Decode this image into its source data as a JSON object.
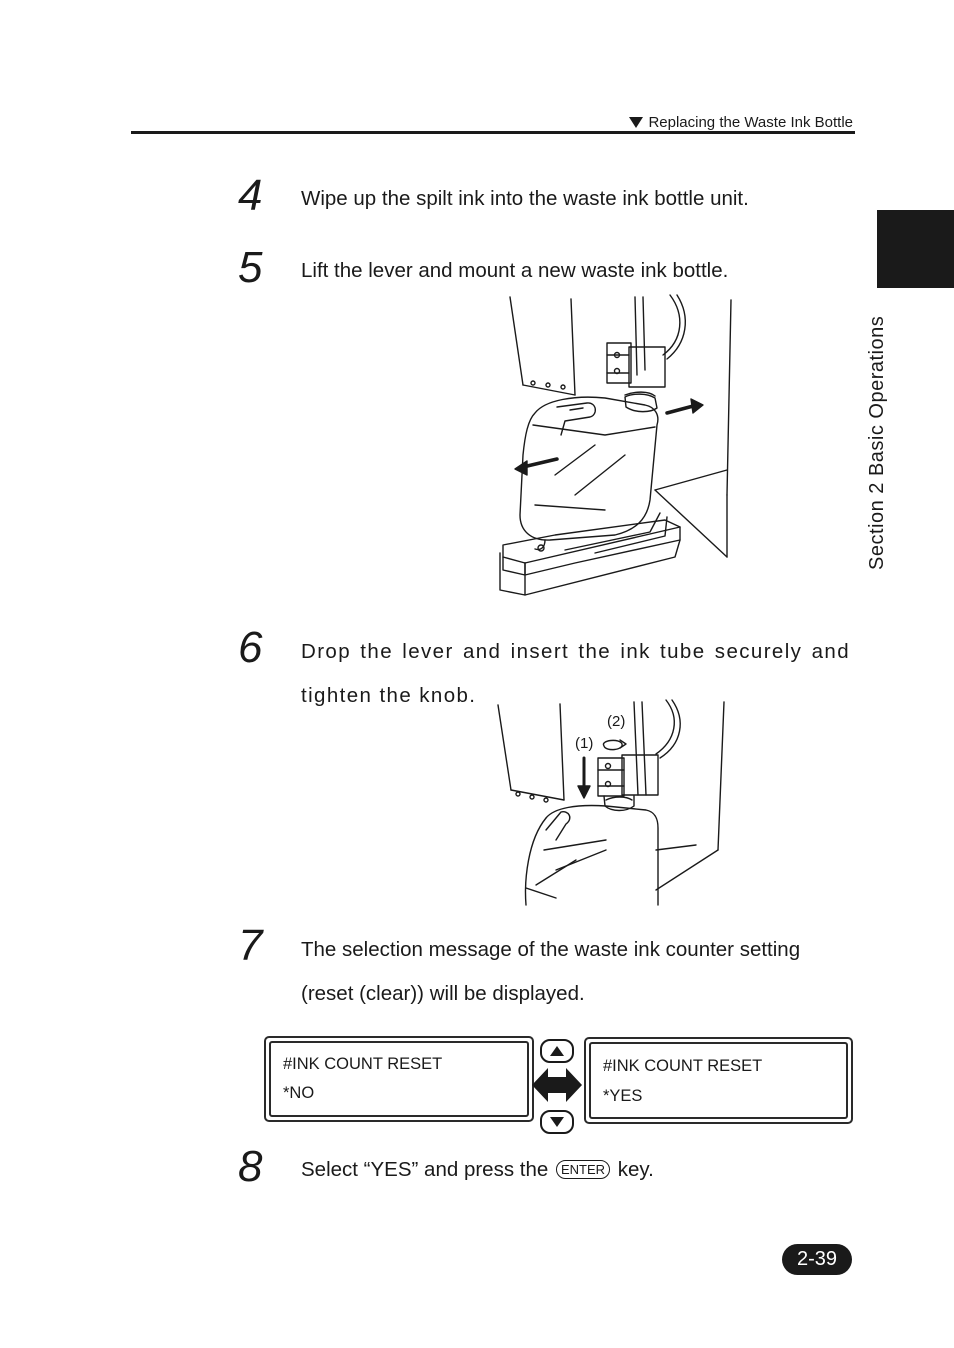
{
  "header": {
    "section_title": "Replacing the Waste Ink Bottle"
  },
  "side_tab": {
    "label": "Section 2  Basic Operations"
  },
  "steps": [
    {
      "number": "4",
      "text": "Wipe up the spilt ink into the waste ink bottle unit."
    },
    {
      "number": "5",
      "text": "Lift the lever and mount a new waste ink bottle."
    },
    {
      "number": "6",
      "text": "Drop the lever and insert the ink tube securely and tighten the knob."
    },
    {
      "number": "7",
      "text": "The selection message of the waste ink counter setting (reset (clear)) will be displayed."
    },
    {
      "number": "8",
      "text_before": "Select “YES” and press the",
      "key": "ENTER",
      "text_after": "key."
    }
  ],
  "figure_step6_labels": {
    "label_1": "(1)",
    "label_2": "(2)"
  },
  "displays": {
    "left": {
      "line1": "#INK COUNT RESET",
      "line2": "*NO"
    },
    "right": {
      "line1": "#INK COUNT RESET",
      "line2": "*YES"
    }
  },
  "footer": {
    "page_number": "2-39"
  }
}
